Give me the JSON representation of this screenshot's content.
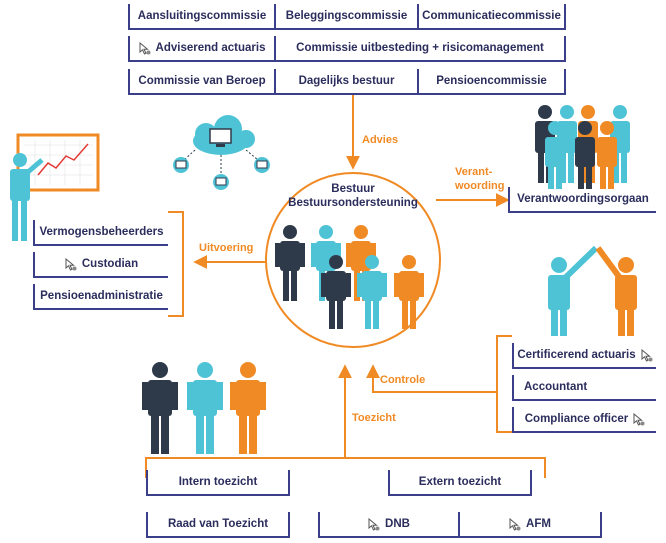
{
  "committees": {
    "aansluiting": "Aansluitingscommissie",
    "belegging": "Beleggingscommissie",
    "communicatie": "Communicatiecommissie",
    "adviserend": "Adviserend actuaris",
    "uitbesteding": "Commissie uitbesteding + risicomanagement",
    "beroep": "Commissie van Beroep",
    "dagelijks": "Dagelijks bestuur",
    "pensioen": "Pensioencommissie"
  },
  "center": {
    "line1": "Bestuur",
    "line2": "Bestuursondersteuning"
  },
  "arrows": {
    "advies": "Advies",
    "verantwoording_1": "Verant-",
    "verantwoording_2": "woording",
    "uitvoering": "Uitvoering",
    "controle": "Controle",
    "toezicht": "Toezicht"
  },
  "right_top": {
    "vo": "Verantwoordingsorgaan"
  },
  "left": {
    "vermogensbeheerders": "Vermogensbeheerders",
    "custodian": "Custodian",
    "pensioenadministratie": "Pensioenadministratie"
  },
  "right_bottom": {
    "certificerend": "Certificerend actuaris",
    "accountant": "Accountant",
    "compliance": "Compliance officer"
  },
  "bottom": {
    "intern": "Intern toezicht",
    "extern": "Extern toezicht",
    "rvt": "Raad van Toezicht",
    "dnb": "DNB",
    "afm": "AFM"
  },
  "colors": {
    "navy": "#2b2d5c",
    "border": "#3b3f8a",
    "orange": "#f08a24",
    "teal": "#4fc3d6",
    "dark": "#2e3a4a"
  }
}
